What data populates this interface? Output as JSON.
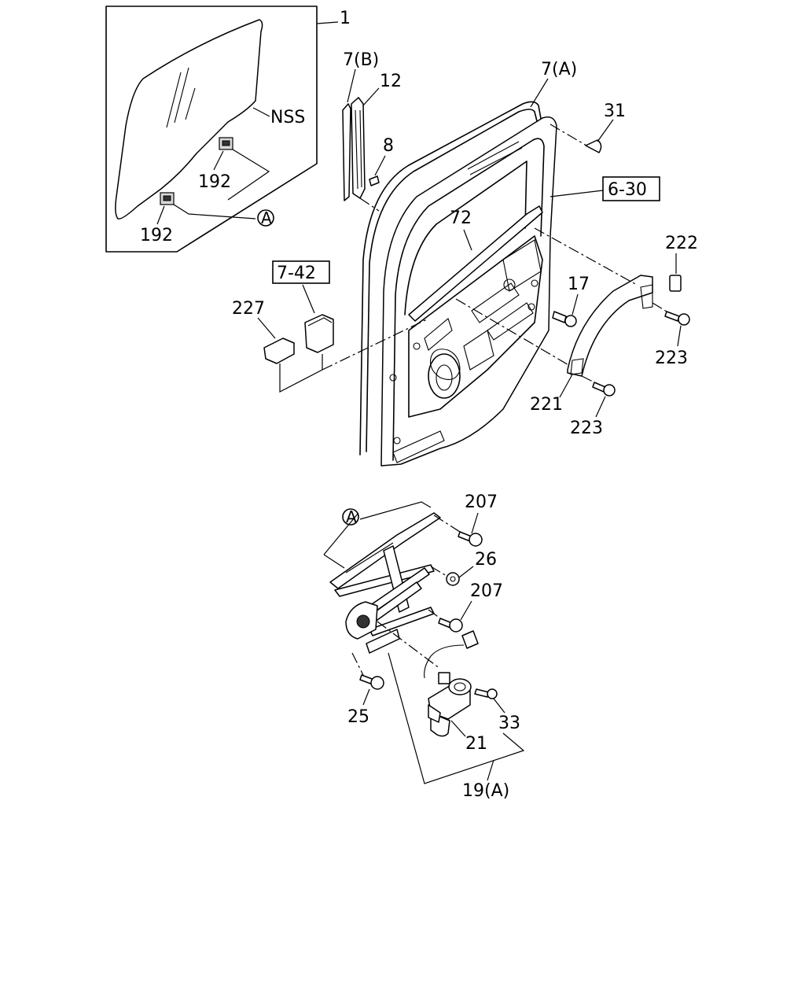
{
  "labels": {
    "p1": "1",
    "nss": "NSS",
    "p192a": "192",
    "p192b": "192",
    "circleA_top": "A",
    "p7b": "7(B)",
    "p12": "12",
    "p8": "8",
    "p7a": "7(A)",
    "p31": "31",
    "ref630": "6-30",
    "p72": "72",
    "p222": "222",
    "ref742": "7-42",
    "p17": "17",
    "p227": "227",
    "p223a": "223",
    "p221": "221",
    "p223b": "223",
    "p207a": "207",
    "circleA_bottom": "A",
    "p26": "26",
    "p207b": "207",
    "p25": "25",
    "p33": "33",
    "p21": "21",
    "p19a": "19(A)"
  },
  "icons": {
    "circle_ref": "circled-letter-icon",
    "glass": "door-glass-icon",
    "regulator": "window-regulator-icon",
    "motor": "regulator-motor-icon",
    "bolt": "bolt-icon",
    "screw": "screw-icon",
    "clip": "clip-icon"
  }
}
